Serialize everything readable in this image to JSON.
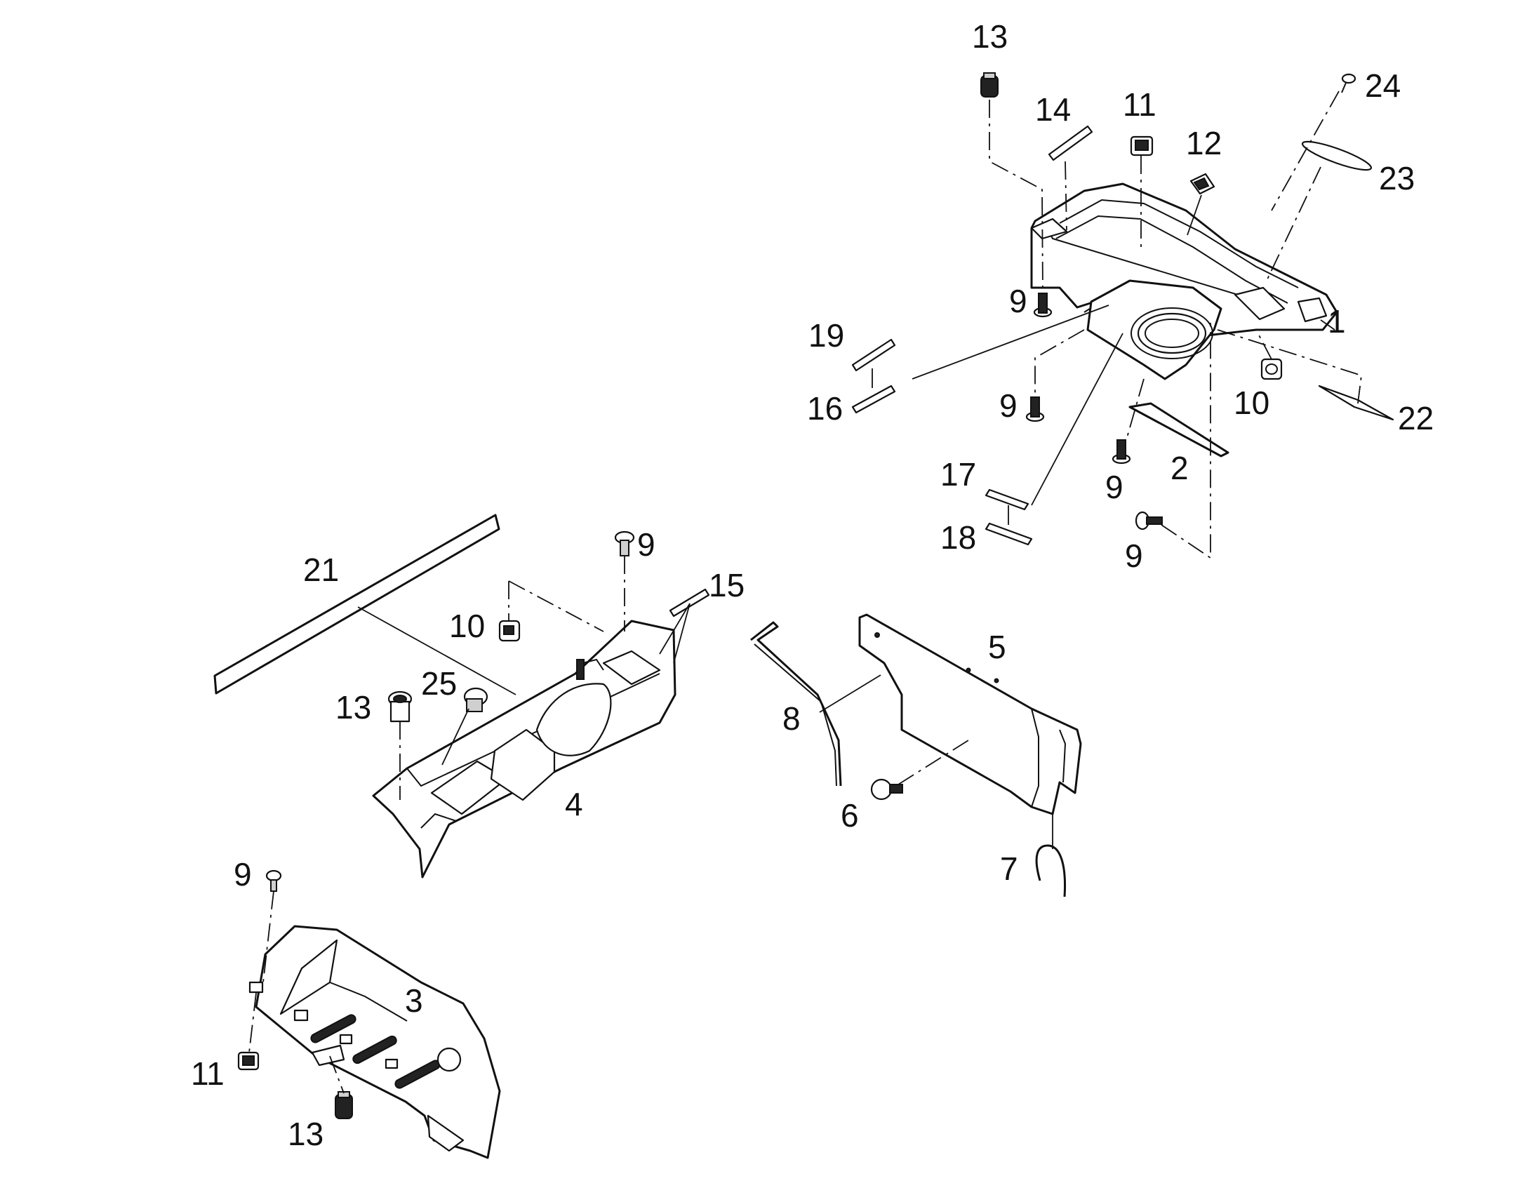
{
  "callouts": {
    "c1": "1",
    "c2": "2",
    "c3": "3",
    "c4": "4",
    "c5": "5",
    "c6": "6",
    "c7": "7",
    "c8": "8",
    "c9": "9",
    "c10": "10",
    "c11": "11",
    "c12": "12",
    "c13": "13",
    "c14": "14",
    "c15": "15",
    "c16": "16",
    "c17": "17",
    "c18": "18",
    "c19": "19",
    "c21": "21",
    "c22": "22",
    "c23": "23",
    "c24": "24",
    "c25": "25"
  },
  "colors": {
    "line": "#111111",
    "background": "#ffffff"
  }
}
